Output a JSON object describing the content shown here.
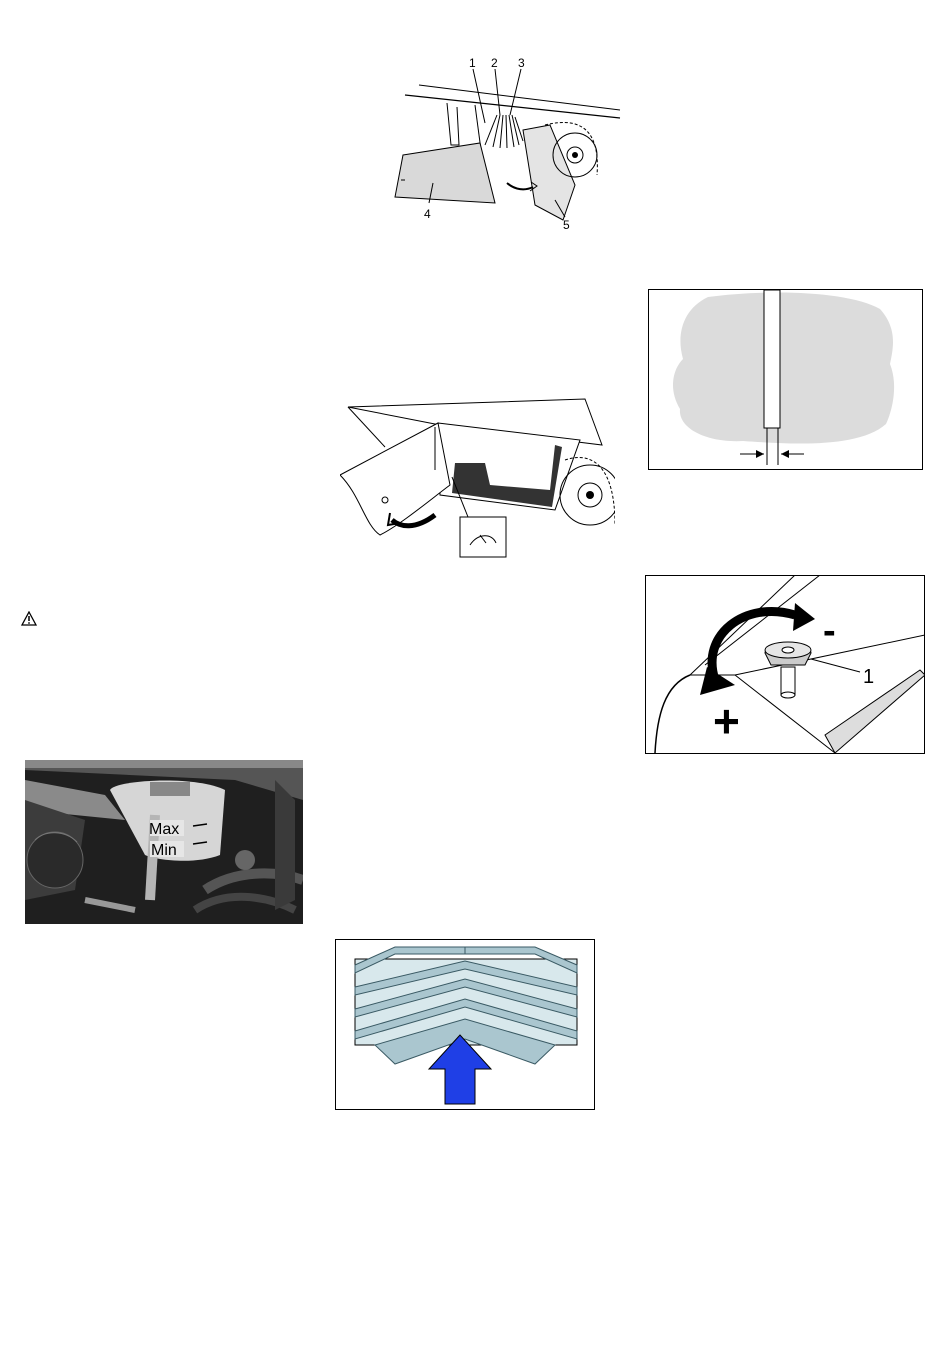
{
  "fig_side_brush": {
    "callouts": [
      "1",
      "2",
      "3",
      "4",
      "5"
    ]
  },
  "fig_clearance": {},
  "fig_cover_panel": {},
  "fig_warning": {
    "icon": "warning-triangle-icon"
  },
  "fig_adjust_knob": {
    "minus_label": "-",
    "plus_label": "+",
    "callout": "1"
  },
  "fig_reservoir_photo": {
    "max_label": "Max",
    "min_label": "Min"
  },
  "fig_filter_folds": {
    "arrow_color": "#1f3fe6",
    "fold_color": "#aac6cf"
  }
}
